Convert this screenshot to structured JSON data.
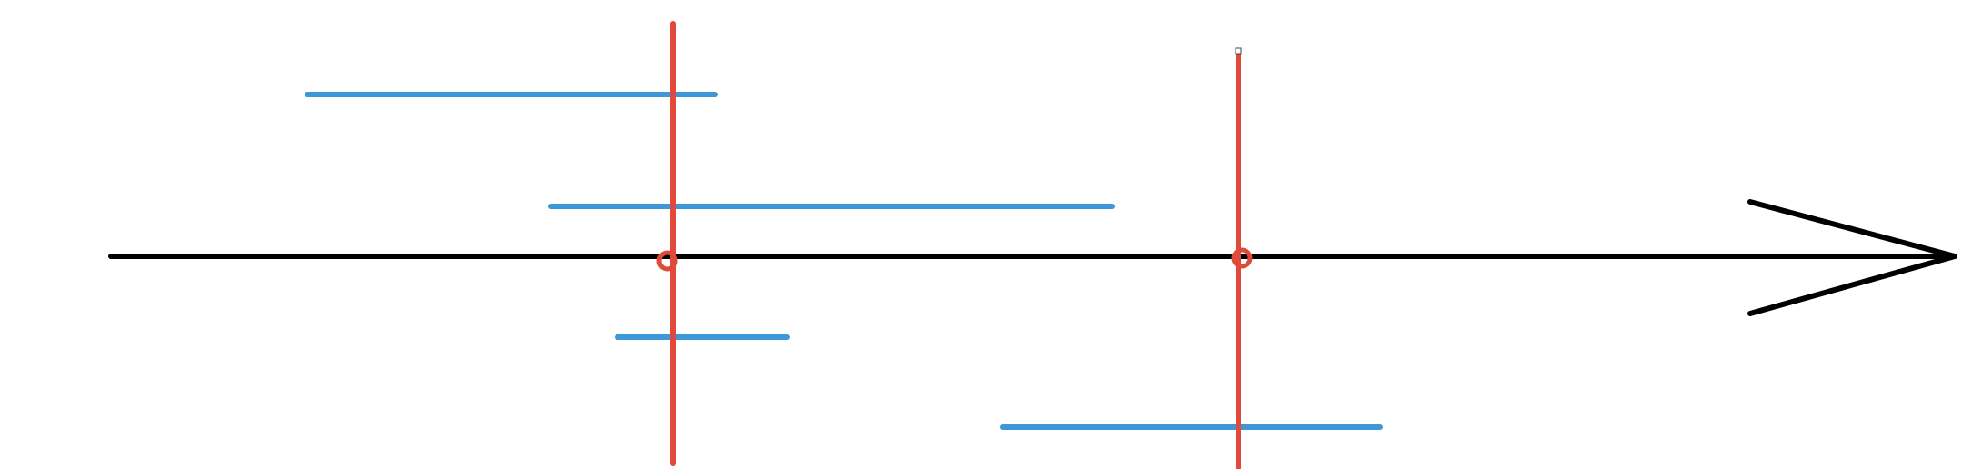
{
  "diagram": {
    "type": "interval-stabbing-number-line",
    "background_color": "#ffffff",
    "axis": {
      "color": "#000000",
      "arrowhead_icon": "arrow-right-icon"
    },
    "intervals": {
      "color": "#3d97d9",
      "items": [
        {
          "id": "interval-1"
        },
        {
          "id": "interval-2"
        },
        {
          "id": "interval-3"
        },
        {
          "id": "interval-4"
        }
      ]
    },
    "stab_lines": {
      "color": "#e04a3a",
      "items": [
        {
          "id": "stab-line-1",
          "marker_icon": "circle-point-icon"
        },
        {
          "id": "stab-line-2",
          "marker_icon": "circle-point-icon"
        }
      ]
    }
  }
}
